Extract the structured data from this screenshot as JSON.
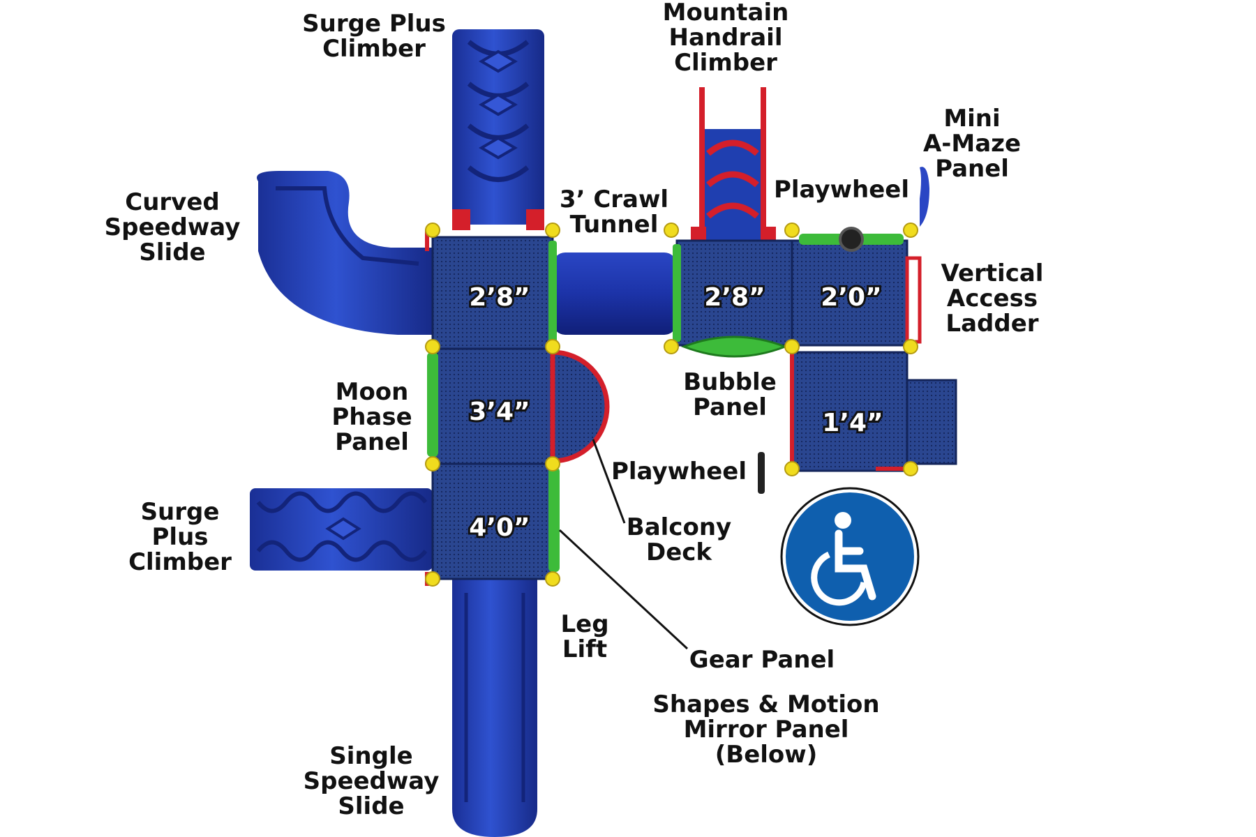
{
  "labels": {
    "surge_plus_climber_top": [
      "Surge Plus",
      "Climber"
    ],
    "mountain_handrail_climber": [
      "Mountain",
      "Handrail",
      "Climber"
    ],
    "mini_amaze_panel": [
      "Mini",
      "A-Maze",
      "Panel"
    ],
    "curved_speedway_slide": [
      "Curved",
      "Speedway",
      "Slide"
    ],
    "crawl_tunnel": [
      "3’ Crawl",
      "Tunnel"
    ],
    "playwheel_top": [
      "Playwheel"
    ],
    "vertical_access_ladder": [
      "Vertical",
      "Access",
      "Ladder"
    ],
    "bubble_panel": [
      "Bubble",
      "Panel"
    ],
    "moon_phase_panel": [
      "Moon",
      "Phase",
      "Panel"
    ],
    "playwheel_bottom": [
      "Playwheel"
    ],
    "balcony_deck": [
      "Balcony",
      "Deck"
    ],
    "surge_plus_climber_left": [
      "Surge",
      "Plus",
      "Climber"
    ],
    "leg_lift": [
      "Leg",
      "Lift"
    ],
    "gear_panel": [
      "Gear  Panel"
    ],
    "shapes_motion_mirror_panel": [
      "Shapes & Motion",
      "Mirror Panel",
      "(Below)"
    ],
    "single_speedway_slide": [
      "Single",
      "Speedway",
      "Slide"
    ]
  },
  "deck_heights": {
    "deck_a": "2’8”",
    "deck_b": "3’4”",
    "deck_c": "4’0”",
    "deck_d": "2’8”",
    "deck_e": "2’0”",
    "deck_f": "1’4”"
  },
  "icons": {
    "accessibility": "wheelchair-icon"
  },
  "colors": {
    "blue": "#1f3fb0",
    "deck_blue": "#2a4690",
    "red": "#d41f2a",
    "green": "#3dbb3a",
    "yellow": "#f0dc1e",
    "accessibility_blue": "#0f5fae"
  }
}
